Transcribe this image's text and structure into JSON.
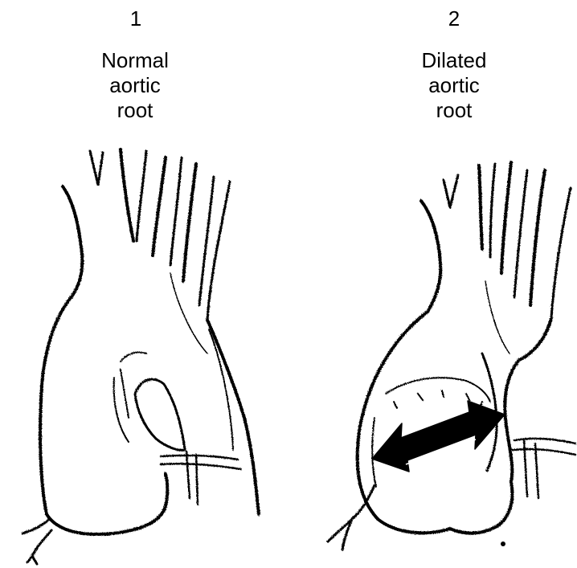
{
  "panels": [
    {
      "number": "1",
      "caption_lines": [
        "Normal",
        "aortic",
        "root"
      ]
    },
    {
      "number": "2",
      "caption_lines": [
        "Dilated",
        "aortic",
        "root"
      ]
    }
  ],
  "colors": {
    "ink": "#000000",
    "background": "#ffffff",
    "arrow_fill": "#000000"
  }
}
